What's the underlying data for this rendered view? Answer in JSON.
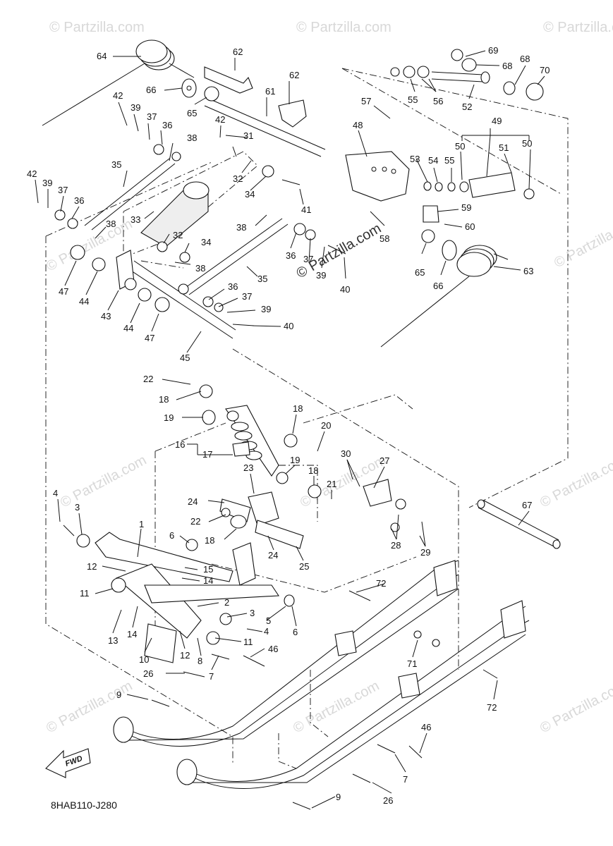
{
  "diagram": {
    "drawing_code": "8HAB110-J280",
    "direction_label": "FWD",
    "watermark_text": "© Partzilla.com",
    "part_numbers": [
      "1",
      "2",
      "3",
      "4",
      "5",
      "6",
      "7",
      "8",
      "9",
      "10",
      "11",
      "12",
      "13",
      "14",
      "15",
      "16",
      "17",
      "18",
      "19",
      "20",
      "21",
      "22",
      "23",
      "24",
      "25",
      "26",
      "27",
      "28",
      "29",
      "30",
      "31",
      "32",
      "33",
      "34",
      "35",
      "36",
      "37",
      "38",
      "39",
      "40",
      "41",
      "42",
      "43",
      "44",
      "45",
      "46",
      "47",
      "48",
      "49",
      "50",
      "51",
      "52",
      "53",
      "54",
      "55",
      "56",
      "57",
      "58",
      "59",
      "60",
      "61",
      "62",
      "63",
      "64",
      "65",
      "66",
      "67",
      "68",
      "69",
      "70",
      "71",
      "72"
    ]
  }
}
